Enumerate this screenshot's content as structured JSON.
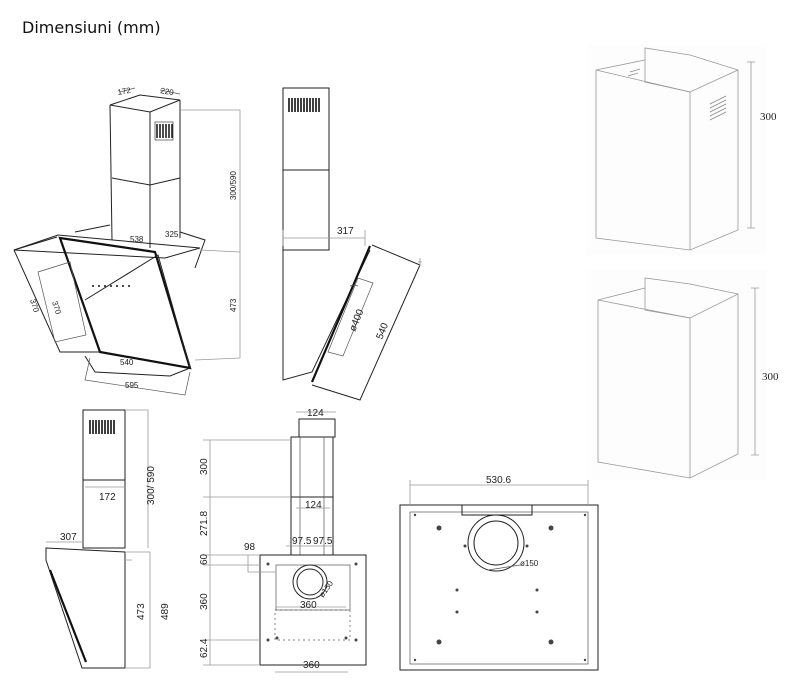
{
  "title": "Dimensiuni (mm)",
  "view1": {
    "d172": "172",
    "d220": "220",
    "d300_590": "300/590",
    "d538": "538",
    "d325": "325",
    "d473": "473",
    "d370a": "370",
    "d370b": "370",
    "d540": "540",
    "d595": "595"
  },
  "view2": {
    "d317": "317",
    "d400": "ø400",
    "d540": "540"
  },
  "view3": {
    "d172": "172",
    "d300_590": "300/ 590",
    "d307": "307",
    "d473": "473",
    "d489": "489"
  },
  "view4": {
    "d124a": "124",
    "d124b": "124",
    "d300": "300",
    "d271": "271.8",
    "d60": "60",
    "d98": "98",
    "d975a": "97.5",
    "d975b": "97.5",
    "d360v": "360",
    "d360a": "360",
    "d150": "ø150",
    "d624": "62.4",
    "d360b": "360"
  },
  "view5": {
    "d5306": "530.6",
    "d150": "ø150"
  },
  "chimney_top": {
    "d300": "300"
  },
  "chimney_bottom": {
    "d300": "300"
  }
}
